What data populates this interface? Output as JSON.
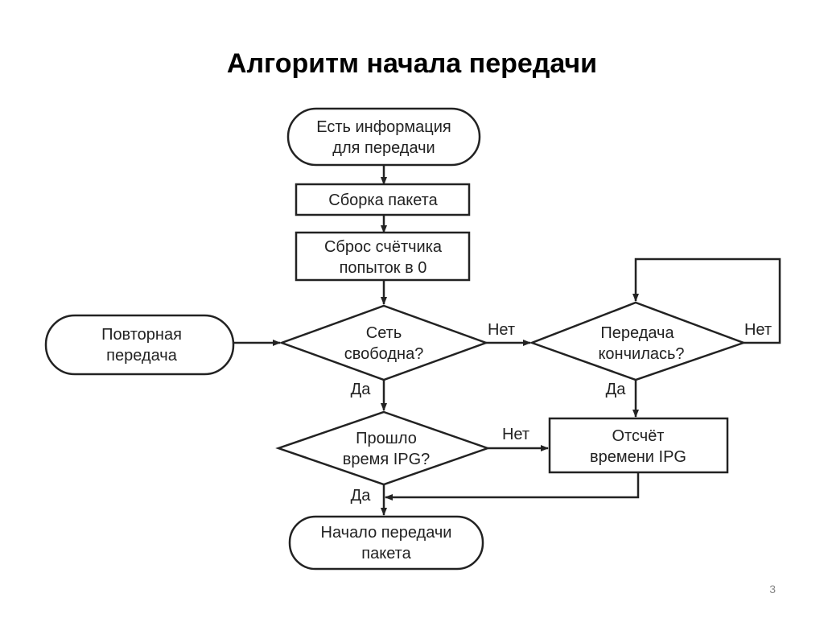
{
  "title": "Алгоритм начала передачи",
  "page_number": "3",
  "nodes": {
    "start": [
      "Есть информация",
      "для передачи"
    ],
    "assemble": [
      "Сборка пакета"
    ],
    "reset": [
      "Сброс счётчика",
      "попыток в 0"
    ],
    "network_free": [
      "Сеть",
      "свободна?"
    ],
    "transfer_done": [
      "Передача",
      "кончилась?"
    ],
    "retransmit": [
      "Повторная",
      "передача"
    ],
    "ipg_passed": [
      "Прошло",
      "время IPG?"
    ],
    "ipg_count": [
      "Отсчёт",
      "времени IPG"
    ],
    "begin_send": [
      "Начало передачи",
      "пакета"
    ]
  },
  "edge_labels": {
    "yes": "Да",
    "no": "Нет"
  }
}
